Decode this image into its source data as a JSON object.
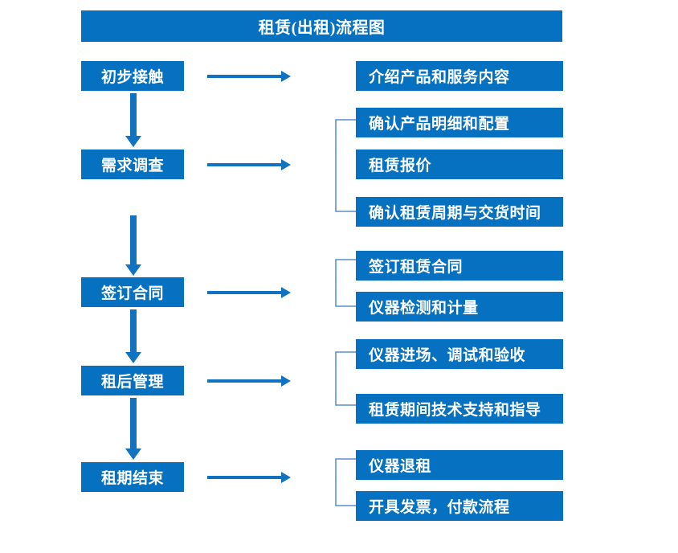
{
  "diagram": {
    "title": "租赁(出租)流程图",
    "accent_color": "#0671c0",
    "arrow_color": "#1172bf",
    "bracket_color": "#5b8fc9",
    "text_color": "#ffffff",
    "background_color": "#ffffff"
  },
  "stages": [
    {
      "id": "stage-1",
      "label": "初步接触"
    },
    {
      "id": "stage-2",
      "label": "需求调查"
    },
    {
      "id": "stage-3",
      "label": "签订合同"
    },
    {
      "id": "stage-4",
      "label": "租后管理"
    },
    {
      "id": "stage-5",
      "label": "租期结束"
    }
  ],
  "details": [
    {
      "id": "detail-1-1",
      "stage": "初步接触",
      "label": "介绍产品和服务内容"
    },
    {
      "id": "detail-2-1",
      "stage": "需求调查",
      "label": "确认产品明细和配置"
    },
    {
      "id": "detail-2-2",
      "stage": "需求调查",
      "label": "租赁报价"
    },
    {
      "id": "detail-2-3",
      "stage": "需求调查",
      "label": "确认租赁周期与交货时间"
    },
    {
      "id": "detail-3-1",
      "stage": "签订合同",
      "label": "签订租赁合同"
    },
    {
      "id": "detail-3-2",
      "stage": "签订合同",
      "label": "仪器检测和计量"
    },
    {
      "id": "detail-4-1",
      "stage": "租后管理",
      "label": "仪器进场、调试和验收"
    },
    {
      "id": "detail-4-2",
      "stage": "租后管理",
      "label": "租赁期间技术支持和指导"
    },
    {
      "id": "detail-5-1",
      "stage": "租期结束",
      "label": "仪器退租"
    },
    {
      "id": "detail-5-2",
      "stage": "租期结束",
      "label": "开具发票，付款流程"
    }
  ],
  "connectors": {
    "horizontal_arrow_count": 5,
    "vertical_arrow_count": 4,
    "bracket_count": 4
  }
}
